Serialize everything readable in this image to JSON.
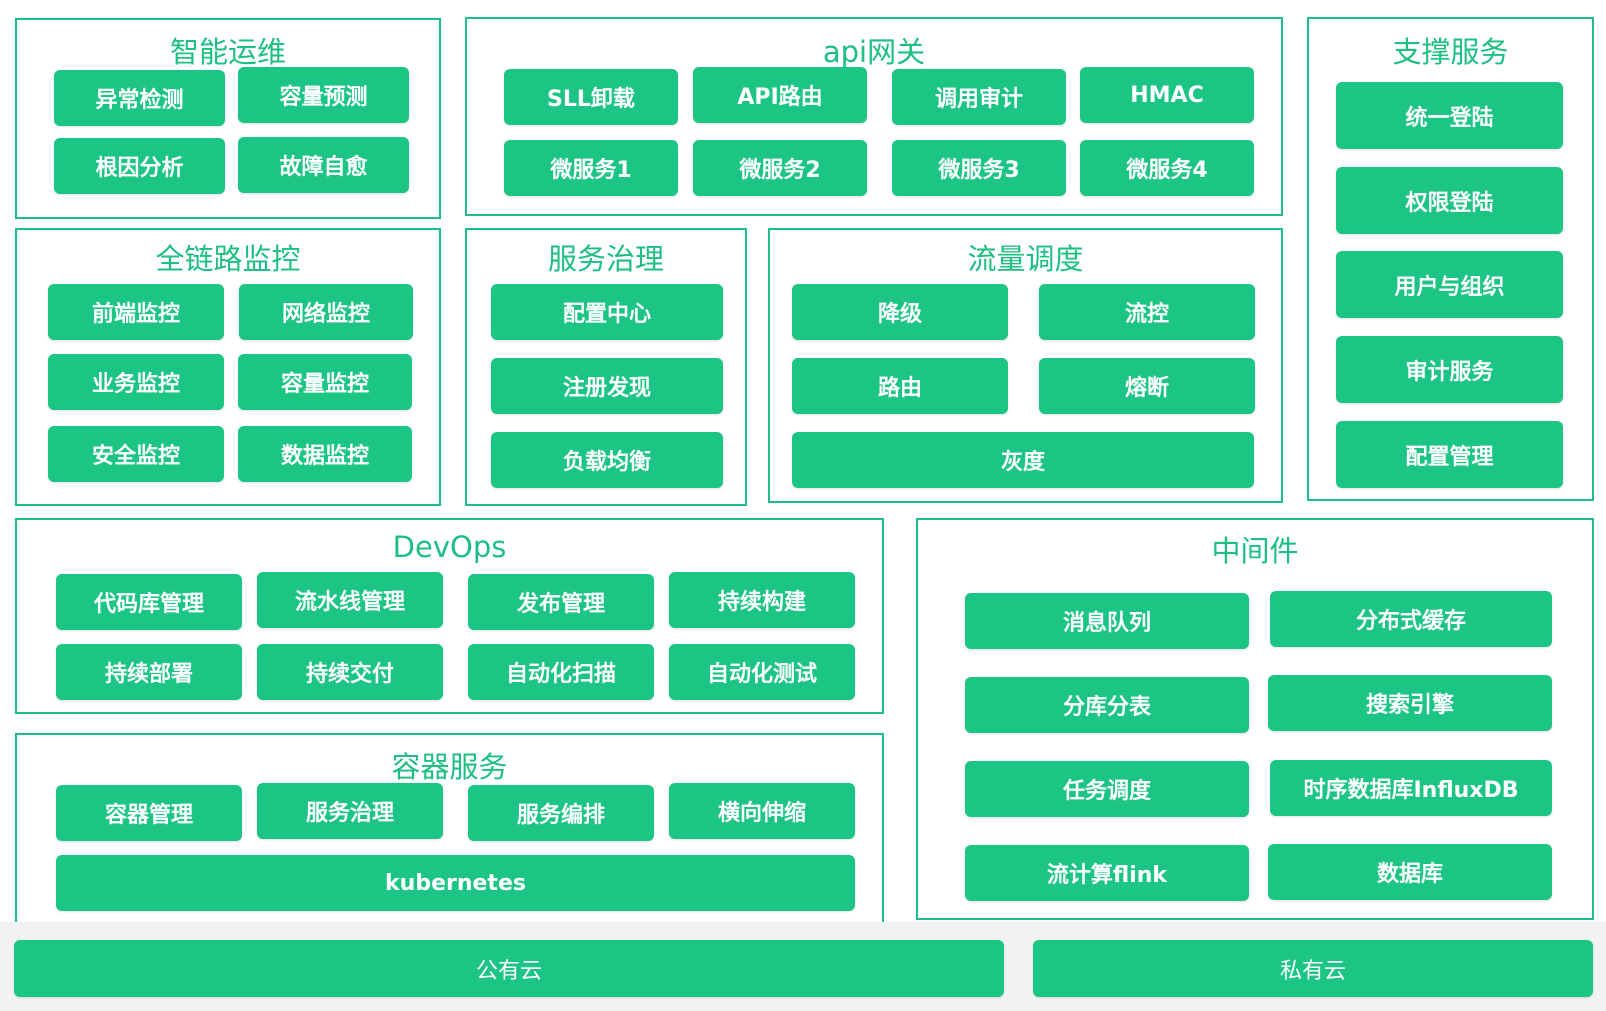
{
  "colors": {
    "accent": "#1cc584",
    "border": "#1dbf82",
    "base_background": "#f2f2f2"
  },
  "intelligent_ops": {
    "title": "智能运维",
    "items": [
      "异常检测",
      "容量预测",
      "根因分析",
      "故障自愈"
    ]
  },
  "api_gateway": {
    "title": "api网关",
    "items": [
      "SLL卸载",
      "API路由",
      "调用审计",
      "HMAC",
      "微服务1",
      "微服务2",
      "微服务3",
      "微服务4"
    ]
  },
  "support_services": {
    "title": "支撑服务",
    "items": [
      "统一登陆",
      "权限登陆",
      "用户与组织",
      "审计服务",
      "配置管理"
    ]
  },
  "full_link_monitoring": {
    "title": "全链路监控",
    "items": [
      "前端监控",
      "网络监控",
      "业务监控",
      "容量监控",
      "安全监控",
      "数据监控"
    ]
  },
  "service_governance": {
    "title": "服务治理",
    "items": [
      "配置中心",
      "注册发现",
      "负载均衡"
    ]
  },
  "traffic_scheduling": {
    "title": "流量调度",
    "items": [
      "降级",
      "流控",
      "路由",
      "熔断",
      "灰度"
    ]
  },
  "devops": {
    "title": "DevOps",
    "items": [
      "代码库管理",
      "流水线管理",
      "发布管理",
      "持续构建",
      "持续部署",
      "持续交付",
      "自动化扫描",
      "自动化测试"
    ]
  },
  "middleware": {
    "title": "中间件",
    "items": [
      "消息队列",
      "分布式缓存",
      "分库分表",
      "搜索引擎",
      "任务调度",
      "时序数据库InfluxDB",
      "流计算flink",
      "数据库"
    ]
  },
  "container_services": {
    "title": "容器服务",
    "items": [
      "容器管理",
      "服务治理",
      "服务编排",
      "横向伸缩",
      "kubernetes"
    ]
  },
  "infrastructure": {
    "items": [
      "公有云",
      "私有云"
    ]
  }
}
